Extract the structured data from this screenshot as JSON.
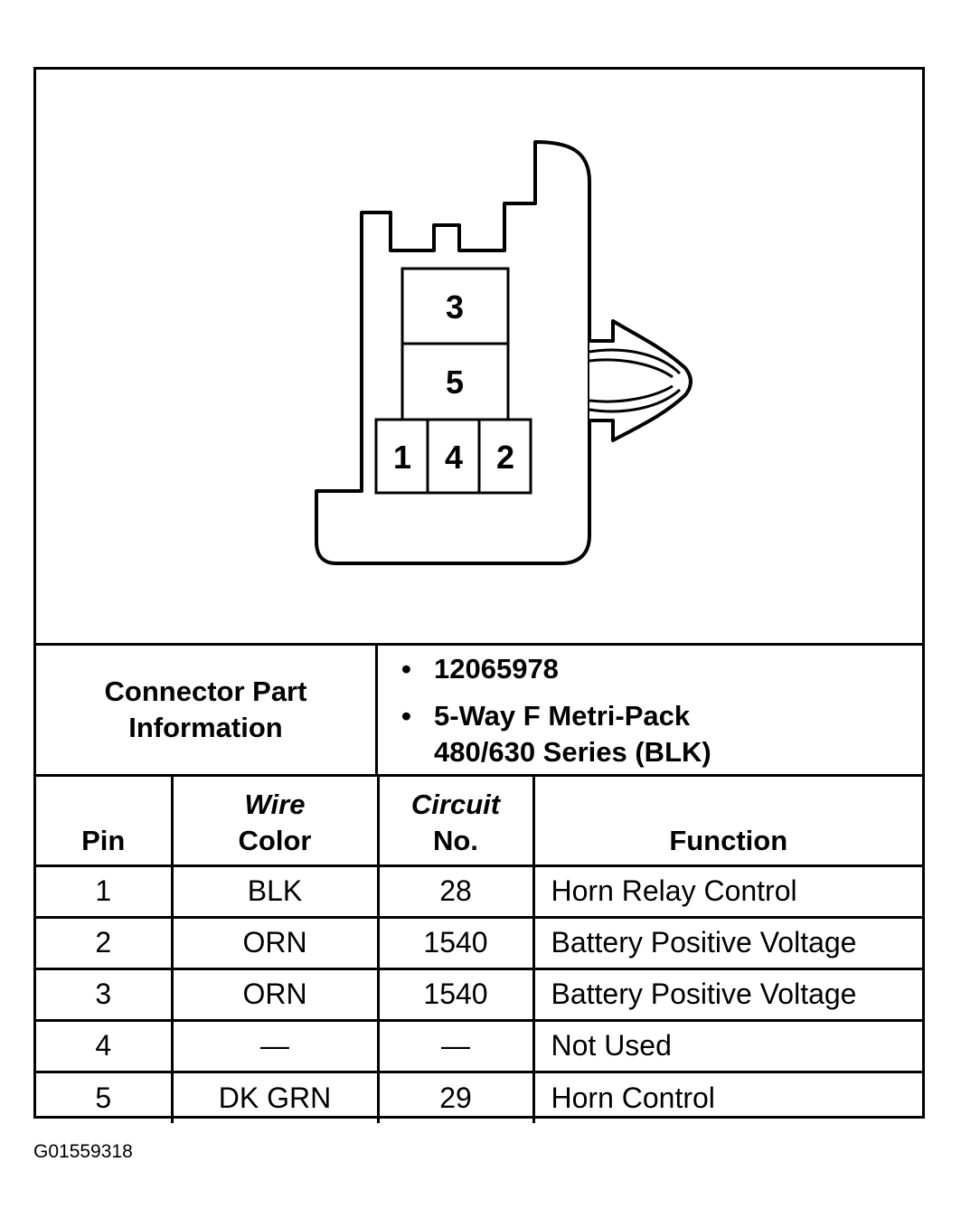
{
  "connector": {
    "cavities": [
      "3",
      "5",
      "1",
      "4",
      "2"
    ]
  },
  "part_info": {
    "label_line1": "Connector Part",
    "label_line2": "Information",
    "part_number": "12065978",
    "description_line1": "5-Way F Metri-Pack",
    "description_line2": "480/630 Series (BLK)"
  },
  "table": {
    "headers": {
      "pin": "Pin",
      "wire_color_line1": "Wire",
      "wire_color_line2": "Color",
      "circuit_line1": "Circuit",
      "circuit_line2": "No.",
      "function": "Function"
    },
    "rows": [
      {
        "pin": "1",
        "wire_color": "BLK",
        "circuit": "28",
        "function": "Horn Relay Control"
      },
      {
        "pin": "2",
        "wire_color": "ORN",
        "circuit": "1540",
        "function": "Battery Positive Voltage"
      },
      {
        "pin": "3",
        "wire_color": "ORN",
        "circuit": "1540",
        "function": "Battery Positive Voltage"
      },
      {
        "pin": "4",
        "wire_color": "—",
        "circuit": "—",
        "function": "Not Used"
      },
      {
        "pin": "5",
        "wire_color": "DK GRN",
        "circuit": "29",
        "function": "Horn Control"
      }
    ]
  },
  "figure_id": "G01559318"
}
